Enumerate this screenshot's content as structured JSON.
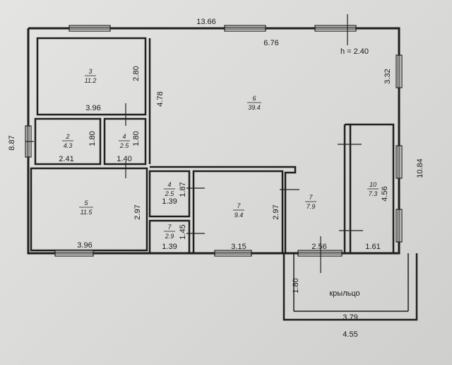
{
  "plan": {
    "dimensions": {
      "top_total": "13.66",
      "top_inner": "6.76",
      "height_note": "h = 2.40",
      "left_total": "8.87",
      "right_total": "10.84",
      "right_upper": "3.32",
      "living_width": "4.78",
      "r1_width": "3.96",
      "r1_height": "2.80",
      "r2_width": "2.41",
      "r2_height": "1.80",
      "r3_width": "1.40",
      "r3_height": "1.80",
      "r4_width": "1.39",
      "r4_height": "1.87",
      "r5_width": "3.96",
      "r5_height": "2.97",
      "r6_width": "1.39",
      "r6_height": "1.45",
      "r7_width": "3.15",
      "r7_height": "2.97",
      "r8_width": "2.56",
      "r9_width": "1.61",
      "r9_height": "4.56",
      "porch_depth": "1.80",
      "porch_inner": "3.79",
      "porch_outer": "4.55"
    },
    "rooms": [
      {
        "num": "3",
        "area": "11.2"
      },
      {
        "num": "6",
        "area": "39.4"
      },
      {
        "num": "2",
        "area": "4.3"
      },
      {
        "num": "4",
        "area": "2.5"
      },
      {
        "num": "4",
        "area": "2.5"
      },
      {
        "num": "5",
        "area": "11.5"
      },
      {
        "num": "7",
        "area": "2.9"
      },
      {
        "num": "7",
        "area": "9.4"
      },
      {
        "num": "7",
        "area": "7.9"
      },
      {
        "num": "10",
        "area": "7.3"
      }
    ],
    "porch_label": "крыльцо"
  }
}
